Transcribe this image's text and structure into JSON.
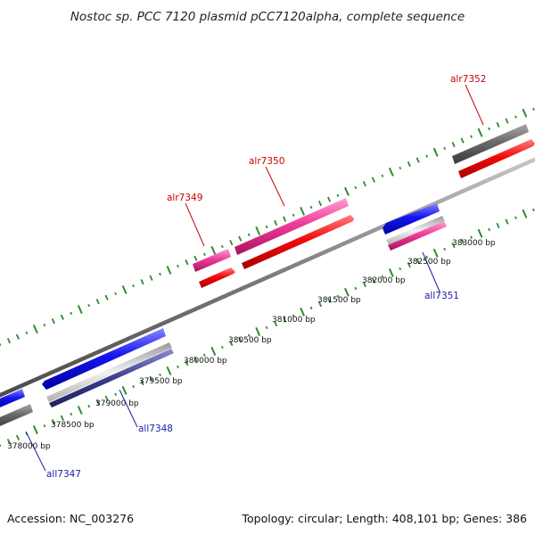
{
  "title": "Nostoc sp. PCC 7120 plasmid pCC7120alpha, complete sequence",
  "footer": {
    "accession": "Accession: NC_003276",
    "summary": "Topology: circular; Length: 408,101 bp; Genes: 386"
  },
  "colors": {
    "forward_label": "#cc0000",
    "reverse_label": "#1a1aa8",
    "tick": "#2d8a2d",
    "backbone": "#8a8a8a"
  },
  "bp_labels": [
    "378000 bp",
    "378500 bp",
    "379000 bp",
    "379500 bp",
    "380000 bp",
    "380500 bp",
    "381000 bp",
    "381500 bp",
    "382000 bp",
    "382500 bp",
    "383000 bp"
  ],
  "genes": [
    {
      "name": "alr7349",
      "strand": "forward",
      "color": "pink"
    },
    {
      "name": "alr7350",
      "strand": "forward",
      "color": "pink"
    },
    {
      "name": "alr7352",
      "strand": "forward",
      "color": "gray"
    },
    {
      "name": "all7347",
      "strand": "reverse",
      "color": "gray"
    },
    {
      "name": "all7348",
      "strand": "reverse",
      "color": "blue"
    },
    {
      "name": "all7351",
      "strand": "reverse",
      "color": "blue"
    }
  ]
}
